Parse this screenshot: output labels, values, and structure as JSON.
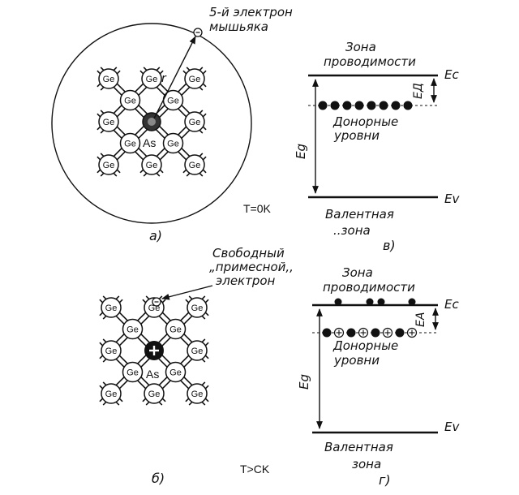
{
  "panel_a": {
    "electron_label_1": "5-й электрон",
    "electron_label_2": "мышьяка",
    "atom": "Ge",
    "impurity": "As",
    "radius": "r",
    "temperature": "T=0K",
    "caption": "а)"
  },
  "panel_b": {
    "free_label_1": "Свободный",
    "free_label_2": "„примесной,,",
    "free_label_3": "электрон",
    "atom": "Ge",
    "impurity": "As",
    "temperature": "T>CK",
    "caption": "б)"
  },
  "panel_v": {
    "conduction_1": "Зона",
    "conduction_2": "проводимости",
    "ec": "Ec",
    "ed": "EД",
    "donor_1": "Донорные",
    "donor_2": "уровни",
    "eg": "Eg",
    "ev": "Ev",
    "valence_1": "Валентная",
    "valence_2": "..зона",
    "caption": "в)"
  },
  "panel_g": {
    "conduction_1": "Зона",
    "conduction_2": "проводимости",
    "ec": "Ec",
    "ed": "EA",
    "donor_1": "Донорные",
    "donor_2": "уровни",
    "eg": "Eg",
    "ev": "Ev",
    "valence_1": "Валентная",
    "valence_2": "зона",
    "caption": "г)"
  }
}
